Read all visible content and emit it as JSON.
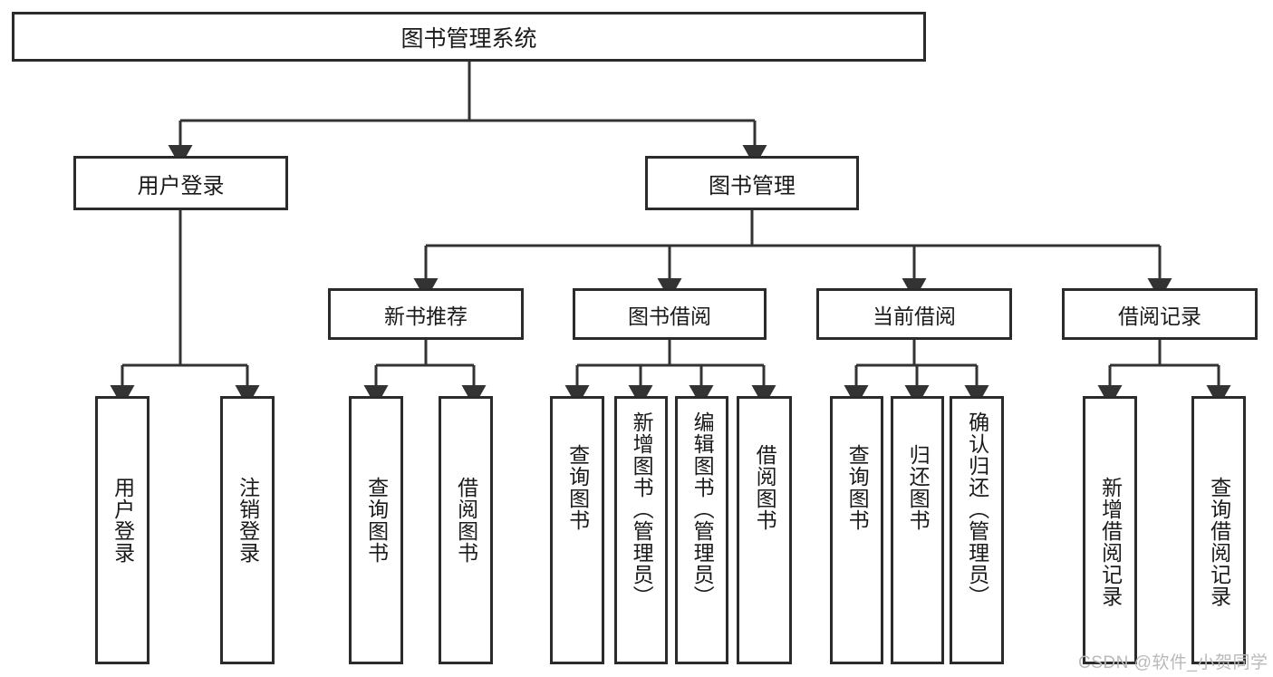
{
  "diagram": {
    "type": "tree",
    "title": "图书管理系统",
    "nodes": {
      "root": {
        "label": "图书管理系统",
        "level": 0
      },
      "user_login": {
        "label": "用户登录",
        "level": 1
      },
      "book_manage": {
        "label": "图书管理",
        "level": 1
      },
      "new_book_rec": {
        "label": "新书推荐",
        "level": 2
      },
      "book_borrow": {
        "label": "图书借阅",
        "level": 2
      },
      "current_borrow": {
        "label": "当前借阅",
        "level": 2
      },
      "borrow_record": {
        "label": "借阅记录",
        "level": 2
      },
      "leaf_user_login": {
        "label": "用户登录",
        "level": 3
      },
      "leaf_logout": {
        "label": "注销登录",
        "level": 3
      },
      "leaf_query_book_1": {
        "label": "查询图书",
        "level": 3
      },
      "leaf_borrow_book_1": {
        "label": "借阅图书",
        "level": 3
      },
      "leaf_query_book_2": {
        "label": "查询图书",
        "level": 3
      },
      "leaf_add_book": {
        "label": "新增图书（管理员）",
        "level": 3
      },
      "leaf_edit_book": {
        "label": "编辑图书（管理员）",
        "level": 3
      },
      "leaf_borrow_book_2": {
        "label": "借阅图书",
        "level": 3
      },
      "leaf_query_book_3": {
        "label": "查询图书",
        "level": 3
      },
      "leaf_return_book": {
        "label": "归还图书",
        "level": 3
      },
      "leaf_confirm_return": {
        "label": "确认归还（管理员）",
        "level": 3
      },
      "leaf_add_record": {
        "label": "新增借阅记录",
        "level": 3
      },
      "leaf_query_record": {
        "label": "查询借阅记录",
        "level": 3
      }
    },
    "edges": [
      {
        "from": "root",
        "to": "user_login"
      },
      {
        "from": "root",
        "to": "book_manage"
      },
      {
        "from": "user_login",
        "to": "leaf_user_login"
      },
      {
        "from": "user_login",
        "to": "leaf_logout"
      },
      {
        "from": "book_manage",
        "to": "new_book_rec"
      },
      {
        "from": "book_manage",
        "to": "book_borrow"
      },
      {
        "from": "book_manage",
        "to": "current_borrow"
      },
      {
        "from": "book_manage",
        "to": "borrow_record"
      },
      {
        "from": "new_book_rec",
        "to": "leaf_query_book_1"
      },
      {
        "from": "new_book_rec",
        "to": "leaf_borrow_book_1"
      },
      {
        "from": "book_borrow",
        "to": "leaf_query_book_2"
      },
      {
        "from": "book_borrow",
        "to": "leaf_add_book"
      },
      {
        "from": "book_borrow",
        "to": "leaf_edit_book"
      },
      {
        "from": "book_borrow",
        "to": "leaf_borrow_book_2"
      },
      {
        "from": "current_borrow",
        "to": "leaf_query_book_3"
      },
      {
        "from": "current_borrow",
        "to": "leaf_return_book"
      },
      {
        "from": "current_borrow",
        "to": "leaf_confirm_return"
      },
      {
        "from": "borrow_record",
        "to": "leaf_add_record"
      },
      {
        "from": "borrow_record",
        "to": "leaf_query_record"
      }
    ],
    "colors": {
      "border": "#2b2b2b",
      "edge": "#333333",
      "background": "#ffffff",
      "text": "#1a1a1a",
      "watermark": "#b9b9b9"
    }
  },
  "watermark": {
    "text": "CSDN @软件_小贺同学"
  }
}
